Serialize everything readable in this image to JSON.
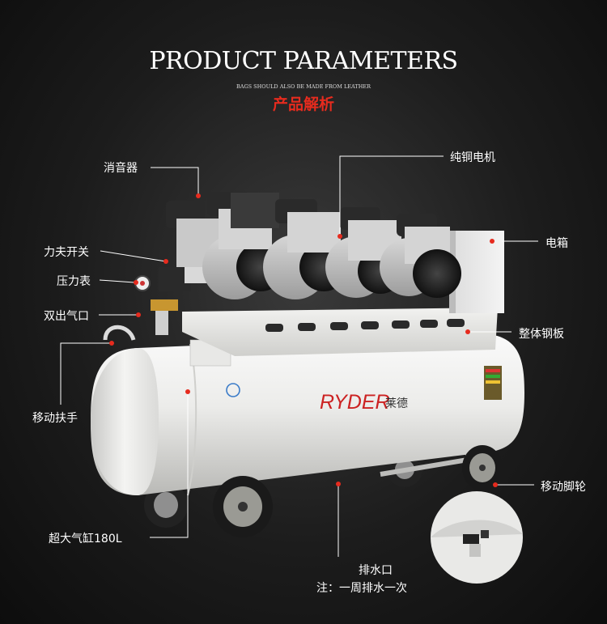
{
  "header": {
    "title": "PRODUCT PARAMETERS",
    "subtitle": "BAGS SHOULD ALSO BE MADE FROM LEATHER",
    "cn_title": "产品解析"
  },
  "product": {
    "brand_en": "RYDER",
    "brand_cn": "莱德"
  },
  "labels": {
    "muffler": "消音器",
    "copper_motor": "纯铜电机",
    "power_switch": "力夫开关",
    "electric_box": "电箱",
    "pressure_gauge": "压力表",
    "dual_outlet": "双出气口",
    "steel_plate": "整体钢板",
    "handle": "移动扶手",
    "wheels": "移动脚轮",
    "tank": "超大气缸180L",
    "drain": "排水口",
    "drain_note": "注：一周排水一次"
  },
  "colors": {
    "accent": "#e62b1e",
    "line": "#ffffff",
    "tank": "#eeeeec",
    "background": "#1c1c1c"
  }
}
